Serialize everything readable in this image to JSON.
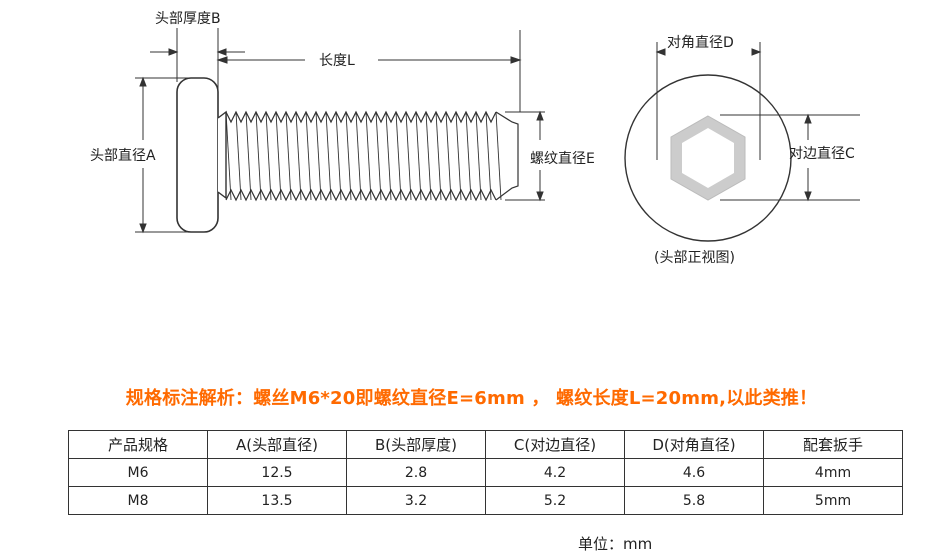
{
  "diagram": {
    "labels": {
      "head_thickness": "头部厚度B",
      "length": "长度L",
      "head_diameter": "头部直径A",
      "thread_diameter": "螺纹直径E",
      "diagonal_diameter": "对角直径D",
      "flat_diameter": "对边直径C",
      "front_view": "(头部正视图)"
    }
  },
  "note": "规格标注解析：螺丝M6*20即螺纹直径E=6mm ， 螺纹长度L=20mm,以此类推！",
  "colors": {
    "note": "#ff6a00",
    "hex_fill": "#cccccc",
    "hex_edge": "#bbbbbb"
  },
  "table": {
    "headers": [
      "产品规格",
      "A(头部直径)",
      "B(头部厚度)",
      "C(对边直径)",
      "D(对角直径)",
      "配套扳手"
    ],
    "rows": [
      [
        "M6",
        "12.5",
        "2.8",
        "4.2",
        "4.6",
        "4mm"
      ],
      [
        "M8",
        "13.5",
        "3.2",
        "5.2",
        "5.8",
        "5mm"
      ]
    ]
  },
  "unit": "单位：mm"
}
